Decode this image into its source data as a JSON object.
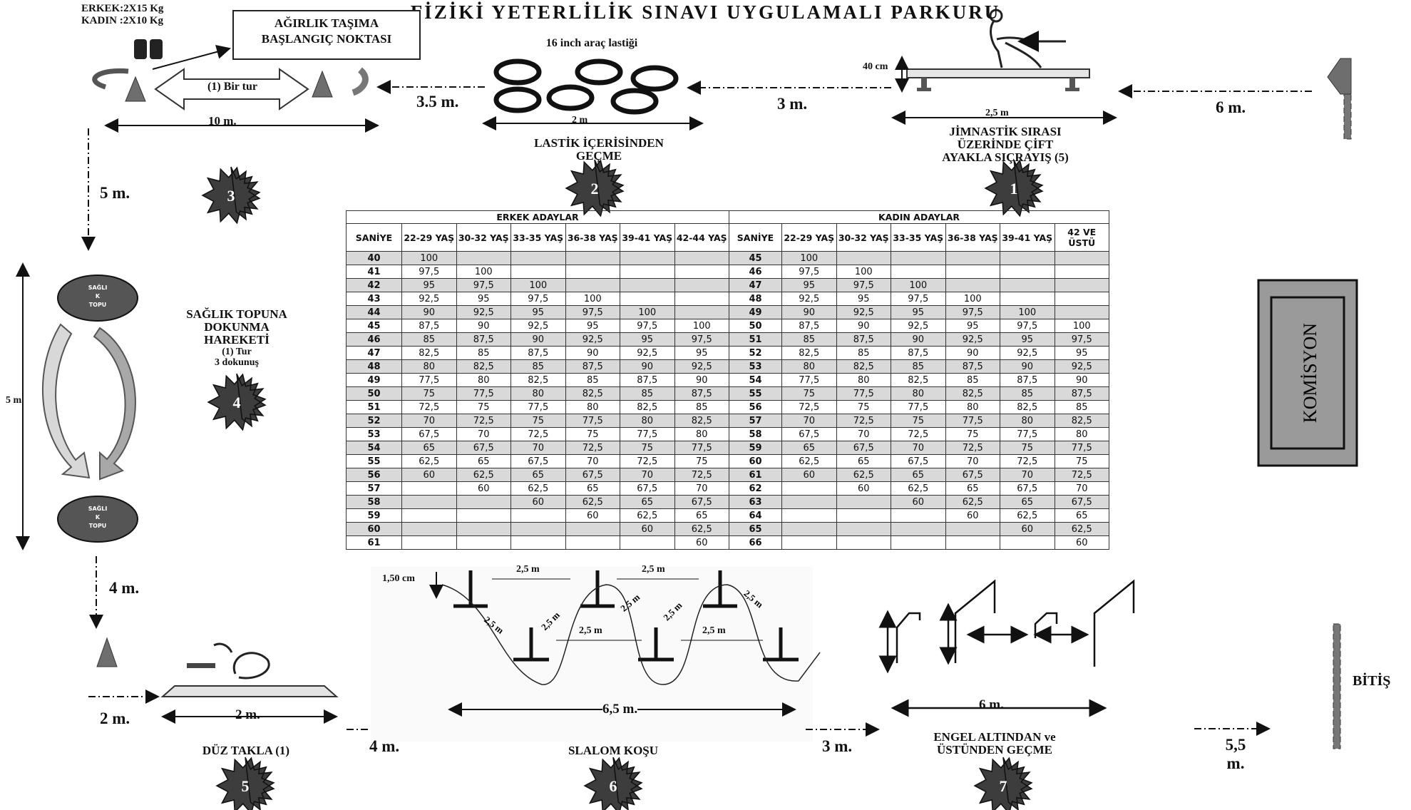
{
  "title": "FİZİKİ YETERLİLİK SINAVI UYGULAMALI PARKURU",
  "weights": {
    "erkek": "ERKEK:2X15 Kg",
    "kadin": "KADIN :2X10 Kg"
  },
  "start_box": {
    "line1": "AĞIRLIK TAŞIMA",
    "line2": "BAŞLANGIÇ NOKTASI"
  },
  "round_label": "(1) Bir tur",
  "stations": {
    "s1": {
      "number": "1",
      "line1": "JİMNASTİK SIRASI",
      "line2": "ÜZERİNDE ÇİFT",
      "line3": "AYAKLA SIÇRAYIŞ (5)"
    },
    "s2": {
      "number": "2",
      "top": "16 inch araç lastiği",
      "line1": "LASTİK İÇERİSİNDEN",
      "line2": "GEÇME"
    },
    "s3": {
      "number": "3"
    },
    "s4": {
      "number": "4",
      "line1": "SAĞLIK TOPUNA",
      "line2": "DOKUNMA",
      "line3": "HAREKETİ",
      "line4": "(1) Tur",
      "line5": "3 dokunuş"
    },
    "s5": {
      "number": "5",
      "label": "DÜZ TAKLA (1)"
    },
    "s6": {
      "number": "6",
      "label": "SLALOM KOŞU"
    },
    "s7": {
      "number": "7",
      "line1": "ENGEL ALTINDAN ve",
      "line2": "ÜSTÜNDEN GEÇME"
    }
  },
  "ball_label": {
    "l1": "SAĞLI",
    "l2": "K",
    "l3": "TOPU"
  },
  "distances": {
    "d10m": "10 m.",
    "d3_5": "3.5 m.",
    "d2m_tire": "2 m",
    "d3m_top": "3 m.",
    "d40cm": "40 cm",
    "d2_5bench": "2,5 m",
    "d6m_top": "6 m.",
    "d5m_left": "5 m.",
    "d5m_vert": "5 m.",
    "d4m_left": "4 m.",
    "d2m_bottom": "2 m.",
    "d2m_mat": "2 m.",
    "d4m_bottom": "4 m.",
    "d150": "1,50 cm",
    "d6_5": "6,5 m.",
    "d3m_bottom": "3 m.",
    "d6m_bottom": "6 m.",
    "d5_5a": "5,5",
    "d5_5b": "m.",
    "slalom_2_5": "2,5 m"
  },
  "commission": "KOMİSYON",
  "finish": "BİTİŞ",
  "table": {
    "male_group": "ERKEK ADAYLAR",
    "female_group": "KADIN ADAYLAR",
    "sec_header": "SANİYE",
    "male_ages": [
      "22-29 YAŞ",
      "30-32 YAŞ",
      "33-35 YAŞ",
      "36-38 YAŞ",
      "39-41 YAŞ",
      "42-44 YAŞ"
    ],
    "female_ages": [
      "22-29 YAŞ",
      "30-32 YAŞ",
      "33-35 YAŞ",
      "36-38 YAŞ",
      "39-41 YAŞ",
      "42 VE ÜSTÜ"
    ],
    "rows": [
      [
        "40",
        "100",
        "",
        "",
        "",
        "",
        "",
        "45",
        "100",
        "",
        "",
        "",
        "",
        ""
      ],
      [
        "41",
        "97,5",
        "100",
        "",
        "",
        "",
        "",
        "46",
        "97,5",
        "100",
        "",
        "",
        "",
        ""
      ],
      [
        "42",
        "95",
        "97,5",
        "100",
        "",
        "",
        "",
        "47",
        "95",
        "97,5",
        "100",
        "",
        "",
        ""
      ],
      [
        "43",
        "92,5",
        "95",
        "97,5",
        "100",
        "",
        "",
        "48",
        "92,5",
        "95",
        "97,5",
        "100",
        "",
        ""
      ],
      [
        "44",
        "90",
        "92,5",
        "95",
        "97,5",
        "100",
        "",
        "49",
        "90",
        "92,5",
        "95",
        "97,5",
        "100",
        ""
      ],
      [
        "45",
        "87,5",
        "90",
        "92,5",
        "95",
        "97,5",
        "100",
        "50",
        "87,5",
        "90",
        "92,5",
        "95",
        "97,5",
        "100"
      ],
      [
        "46",
        "85",
        "87,5",
        "90",
        "92,5",
        "95",
        "97,5",
        "51",
        "85",
        "87,5",
        "90",
        "92,5",
        "95",
        "97,5"
      ],
      [
        "47",
        "82,5",
        "85",
        "87,5",
        "90",
        "92,5",
        "95",
        "52",
        "82,5",
        "85",
        "87,5",
        "90",
        "92,5",
        "95"
      ],
      [
        "48",
        "80",
        "82,5",
        "85",
        "87,5",
        "90",
        "92,5",
        "53",
        "80",
        "82,5",
        "85",
        "87,5",
        "90",
        "92,5"
      ],
      [
        "49",
        "77,5",
        "80",
        "82,5",
        "85",
        "87,5",
        "90",
        "54",
        "77,5",
        "80",
        "82,5",
        "85",
        "87,5",
        "90"
      ],
      [
        "50",
        "75",
        "77,5",
        "80",
        "82,5",
        "85",
        "87,5",
        "55",
        "75",
        "77,5",
        "80",
        "82,5",
        "85",
        "87,5"
      ],
      [
        "51",
        "72,5",
        "75",
        "77,5",
        "80",
        "82,5",
        "85",
        "56",
        "72,5",
        "75",
        "77,5",
        "80",
        "82,5",
        "85"
      ],
      [
        "52",
        "70",
        "72,5",
        "75",
        "77,5",
        "80",
        "82,5",
        "57",
        "70",
        "72,5",
        "75",
        "77,5",
        "80",
        "82,5"
      ],
      [
        "53",
        "67,5",
        "70",
        "72,5",
        "75",
        "77,5",
        "80",
        "58",
        "67,5",
        "70",
        "72,5",
        "75",
        "77,5",
        "80"
      ],
      [
        "54",
        "65",
        "67,5",
        "70",
        "72,5",
        "75",
        "77,5",
        "59",
        "65",
        "67,5",
        "70",
        "72,5",
        "75",
        "77,5"
      ],
      [
        "55",
        "62,5",
        "65",
        "67,5",
        "70",
        "72,5",
        "75",
        "60",
        "62,5",
        "65",
        "67,5",
        "70",
        "72,5",
        "75"
      ],
      [
        "56",
        "60",
        "62,5",
        "65",
        "67,5",
        "70",
        "72,5",
        "61",
        "60",
        "62,5",
        "65",
        "67,5",
        "70",
        "72,5"
      ],
      [
        "57",
        "",
        "60",
        "62,5",
        "65",
        "67,5",
        "70",
        "62",
        "",
        "60",
        "62,5",
        "65",
        "67,5",
        "70"
      ],
      [
        "58",
        "",
        "",
        "60",
        "62,5",
        "65",
        "67,5",
        "63",
        "",
        "",
        "60",
        "62,5",
        "65",
        "67,5"
      ],
      [
        "59",
        "",
        "",
        "",
        "60",
        "62,5",
        "65",
        "64",
        "",
        "",
        "",
        "60",
        "62,5",
        "65"
      ],
      [
        "60",
        "",
        "",
        "",
        "",
        "60",
        "62,5",
        "65",
        "",
        "",
        "",
        "",
        "60",
        "62,5"
      ],
      [
        "61",
        "",
        "",
        "",
        "",
        "",
        "60",
        "66",
        "",
        "",
        "",
        "",
        "",
        "60"
      ]
    ]
  }
}
